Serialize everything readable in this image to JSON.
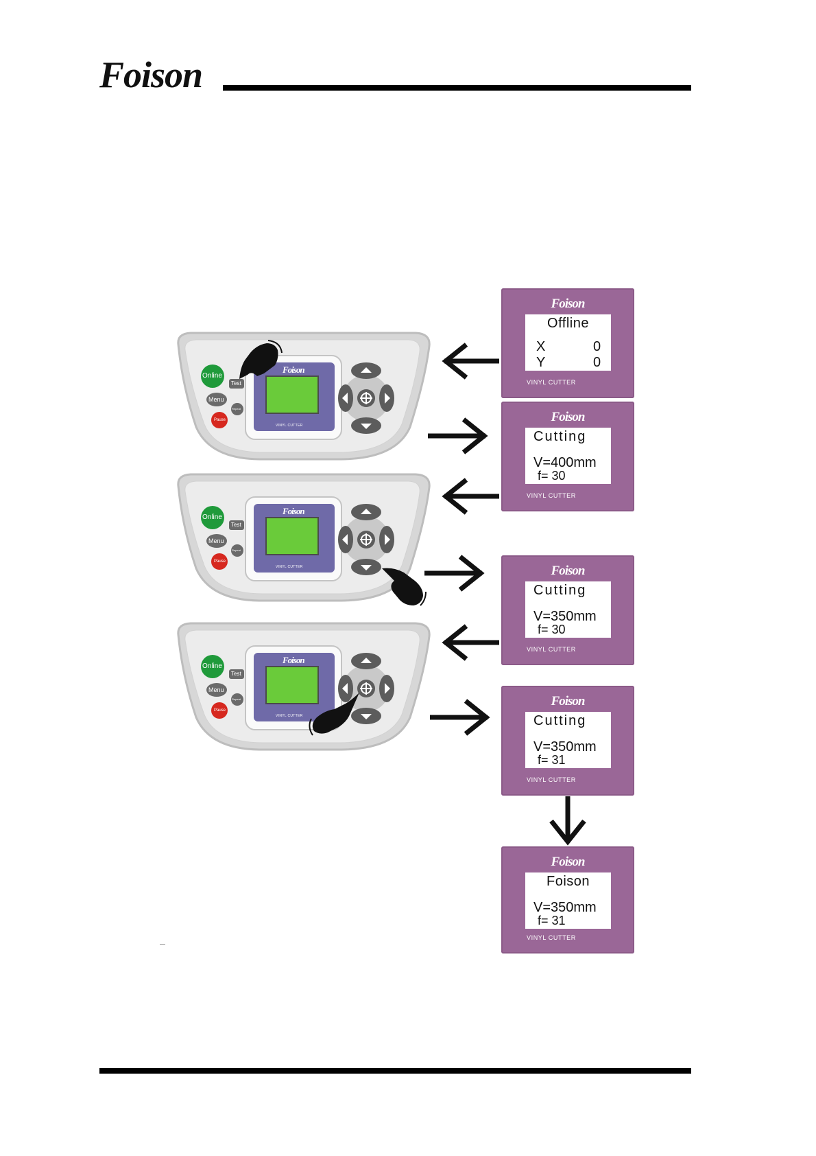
{
  "header": {
    "logo": "Foison"
  },
  "panels": [
    {
      "logo": "Foison",
      "line1": "Offline",
      "x_label": "X",
      "x_value": "0",
      "y_label": "Y",
      "y_value": "0",
      "footer": "VINYL CUTTER"
    },
    {
      "logo": "Foison",
      "line1": "Cutting",
      "line2": "V=400mm",
      "line3": "f= 30",
      "footer": "VINYL CUTTER"
    },
    {
      "logo": "Foison",
      "line1": "Cutting",
      "line2": "V=350mm",
      "line3": "f= 30",
      "footer": "VINYL CUTTER"
    },
    {
      "logo": "Foison",
      "line1": "Cutting",
      "line2": "V=350mm",
      "line3": "f= 31",
      "footer": "VINYL CUTTER"
    },
    {
      "logo": "Foison",
      "line1": "Foison",
      "line2": "V=350mm",
      "line3": "f= 31",
      "footer": "VINYL CUTTER"
    }
  ],
  "control_pad": {
    "online_label": "Online",
    "test_label": "Test",
    "menu_label": "Menu",
    "repeat_label": "Repeat",
    "pause_label": "Pause",
    "screen_logo": "Foison",
    "screen_caption": "VINYL CUTTER",
    "screen_color": "#6acb3a",
    "online_color": "#1f9a3a",
    "pause_color": "#d6281f"
  },
  "colors": {
    "panel": "#9a6797",
    "rule": "#000000"
  }
}
